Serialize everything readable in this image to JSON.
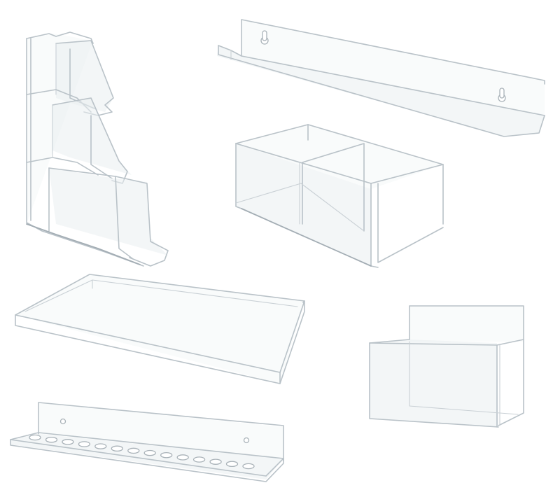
{
  "scene": {
    "background_color": "#ffffff",
    "edge_color": "#b9c2c8",
    "objects": [
      {
        "name": "three-tier-brochure-holder"
      },
      {
        "name": "wall-mounted-shelf-with-keyholes"
      },
      {
        "name": "two-compartment-box"
      },
      {
        "name": "shallow-tray"
      },
      {
        "name": "wall-pocket-holder"
      },
      {
        "name": "wall-shelf-with-round-holes",
        "hole_count": 14
      }
    ]
  }
}
